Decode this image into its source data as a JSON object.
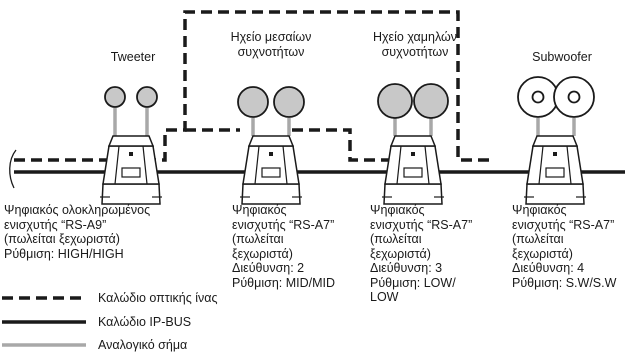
{
  "headers": {
    "tweeter": "Tweeter",
    "mid": "Ηχείο μεσαίων\nσυχνοτήτων",
    "low": "Ηχείο χαμηλών\nσυχνοτήτων",
    "sub": "Subwoofer"
  },
  "units": [
    {
      "text": "Ψηφιακός ολοκληρωμένος\nενισχυτής “RS-A9”\n(πωλείται ξεχωριστά)\nΡύθμιση: HIGH/HIGH"
    },
    {
      "text": "Ψηφιακός\nενισχυτής “RS-A7”\n(πωλείται\nξεχωριστά)\nΔιεύθυνση: 2\nΡύθμιση: MID/MID"
    },
    {
      "text": "Ψηφιακός\nενισχυτής “RS-A7”\n(πωλείται\nξεχωριστά)\nΔιεύθυνση: 3\nΡύθμιση: LOW/\nLOW"
    },
    {
      "text": "Ψηφιακός\nενισχυτής “RS-A7”\n(πωλείται\nξεχωριστά)\nΔιεύθυνση: 4\nΡύθμιση: S.W/S.W"
    }
  ],
  "legend": {
    "optical": "Καλώδιο οπτικής ίνας",
    "ipbus": "Καλώδιο IP-BUS",
    "analog": "Αναλογικό σήμα"
  },
  "colors": {
    "line": "#1a1a1a",
    "analog": "#a8a8a8",
    "speaker_fill": "#c8c8c8",
    "amp_fill": "#ffffff"
  }
}
